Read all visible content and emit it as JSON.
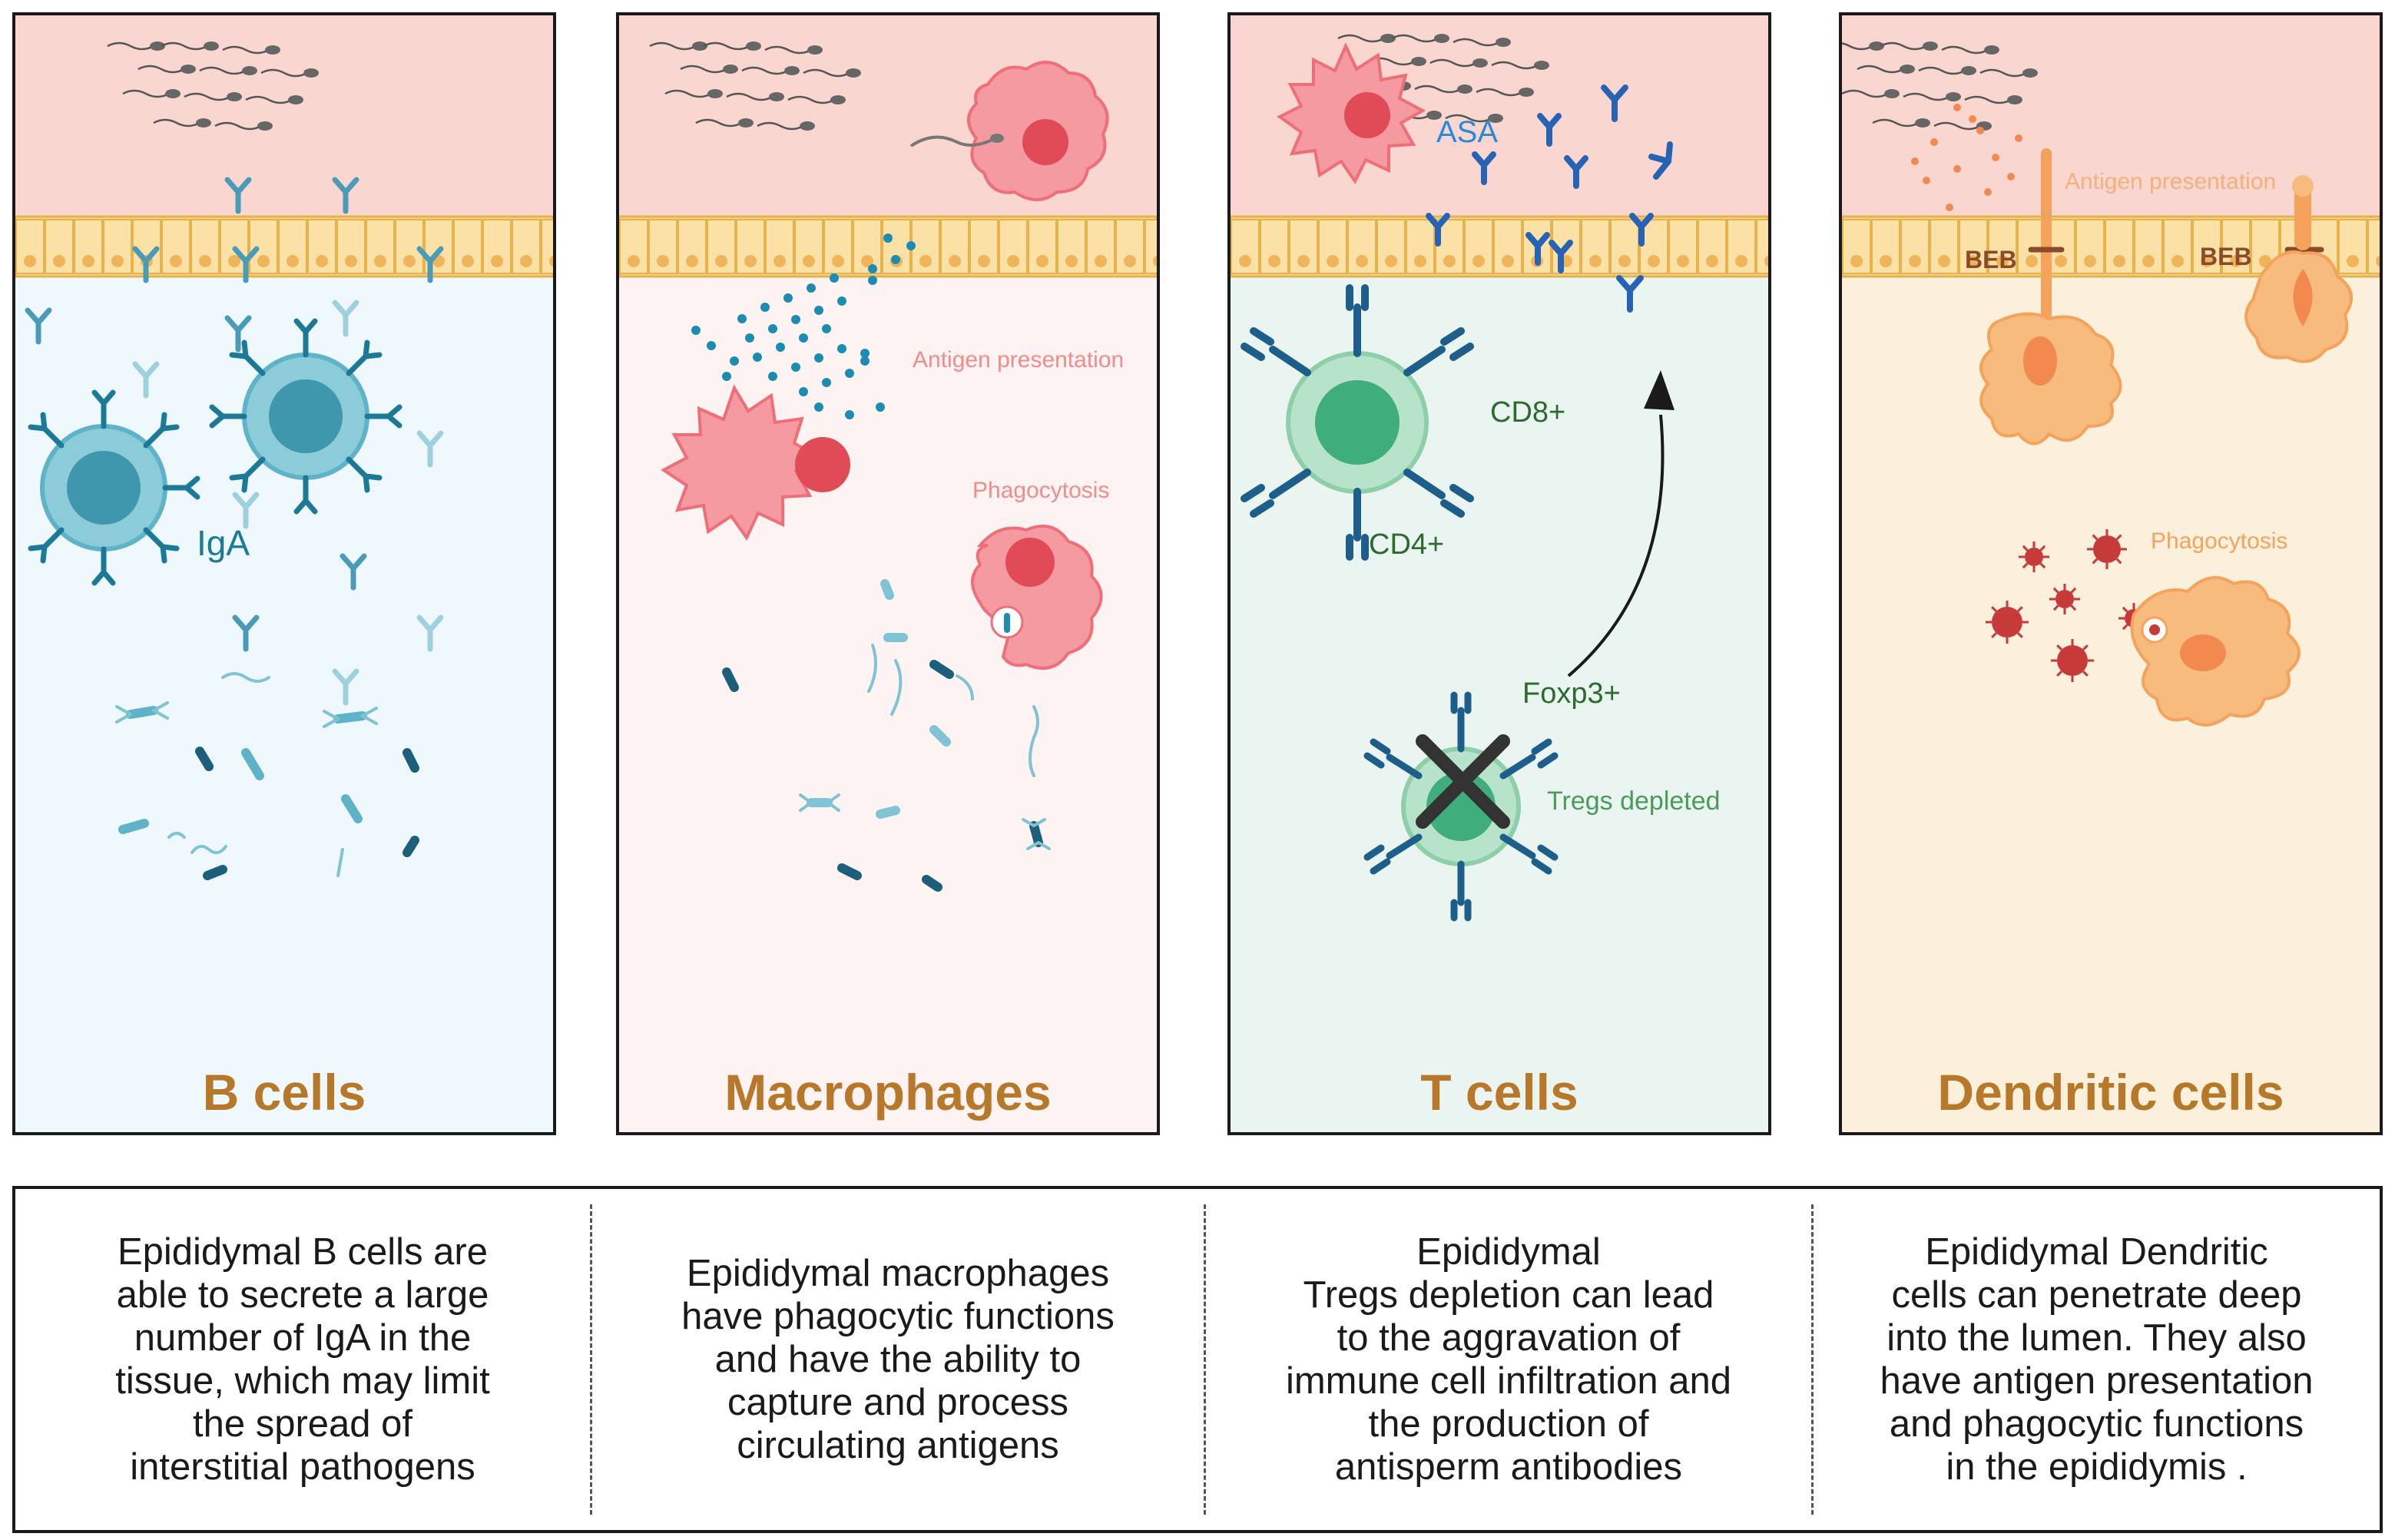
{
  "panels": [
    {
      "title": "B cells",
      "labels": {
        "iga": "IgA"
      },
      "colors": {
        "tissue": "#eef8fd",
        "cell": "#5fb3c8",
        "accent": "#1c7a99"
      }
    },
    {
      "title": "Macrophages",
      "labels": {
        "antigen_presentation": "Antigen presentation",
        "phagocytosis": "Phagocytosis"
      },
      "colors": {
        "tissue": "#fdf3f3",
        "cell": "#ef6f78",
        "accent": "#1c8cb3"
      }
    },
    {
      "title": "T cells",
      "labels": {
        "asa": "ASA",
        "cd8": "CD8+",
        "cd4": "CD4+",
        "foxp3": "Foxp3+",
        "tregs": "Tregs depleted"
      },
      "colors": {
        "tissue": "#eaf5f2",
        "cell": "#5cbf8c",
        "accent": "#2763b5"
      }
    },
    {
      "title": "Dendritic cells",
      "labels": {
        "antigen_presentation": "Antigen presentation",
        "beb_left": "BEB",
        "beb_right": "BEB",
        "phagocytosis": "Phagocytosis"
      },
      "colors": {
        "tissue": "#fbf0db",
        "cell": "#f5a35c",
        "accent": "#c73a3a"
      }
    }
  ],
  "descriptions": [
    "Epididymal B cells are\nable to secrete a large\nnumber of IgA in the\ntissue, which may limit\nthe spread of\ninterstitial pathogens",
    "Epididymal macrophages\nhave phagocytic functions\nand  have the ability to\ncapture and process\ncirculating antigens",
    "Epididymal\nTregs depletion can lead\nto the aggravation of\nimmune cell infiltration and\nthe production of\nantisperm antibodies",
    "Epididymal Dendritic\ncells can penetrate deep\ninto the lumen. They also\nhave antigen presentation\nand phagocytic functions\nin the epididymis ."
  ],
  "icons": {
    "sperm": "sperm-icon",
    "antibody": "antibody-icon",
    "bacteria": "bacteria-icon",
    "epithelium": "epithelial-layer",
    "b_cell": "b-cell-icon",
    "macrophage": "macrophage-icon",
    "t_cell": "t-cell-icon",
    "dendritic_cell": "dendritic-cell-icon",
    "virus": "virus-icon"
  },
  "colors": {
    "title": "#b8782a",
    "lumen": "#f9d7d0",
    "epithelium": "#f9d58e",
    "border": "#1a1a1a"
  }
}
